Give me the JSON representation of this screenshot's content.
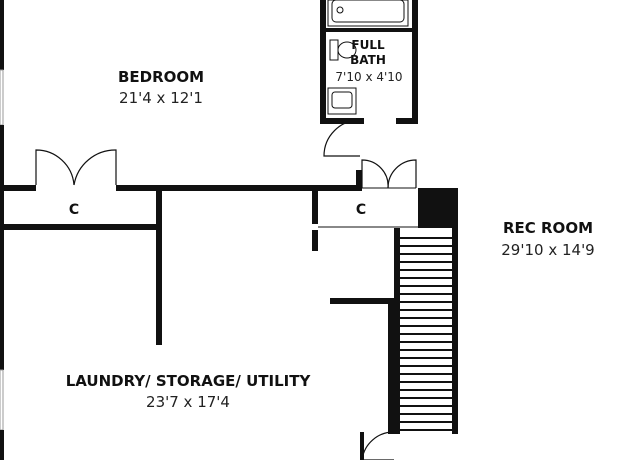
{
  "plan": {
    "rooms": {
      "bedroom": {
        "name": "BEDROOM",
        "dims": "21'4 x 12'1"
      },
      "bath": {
        "name_line1": "FULL",
        "name_line2": "BATH",
        "dims": "7'10 x 4'10"
      },
      "rec": {
        "name": "REC ROOM",
        "dims": "29'10 x 14'9"
      },
      "laundry": {
        "name": "LAUNDRY/ STORAGE/ UTILITY",
        "dims": "23'7 x 17'4"
      }
    },
    "closets": {
      "left": "C",
      "right": "C"
    }
  }
}
